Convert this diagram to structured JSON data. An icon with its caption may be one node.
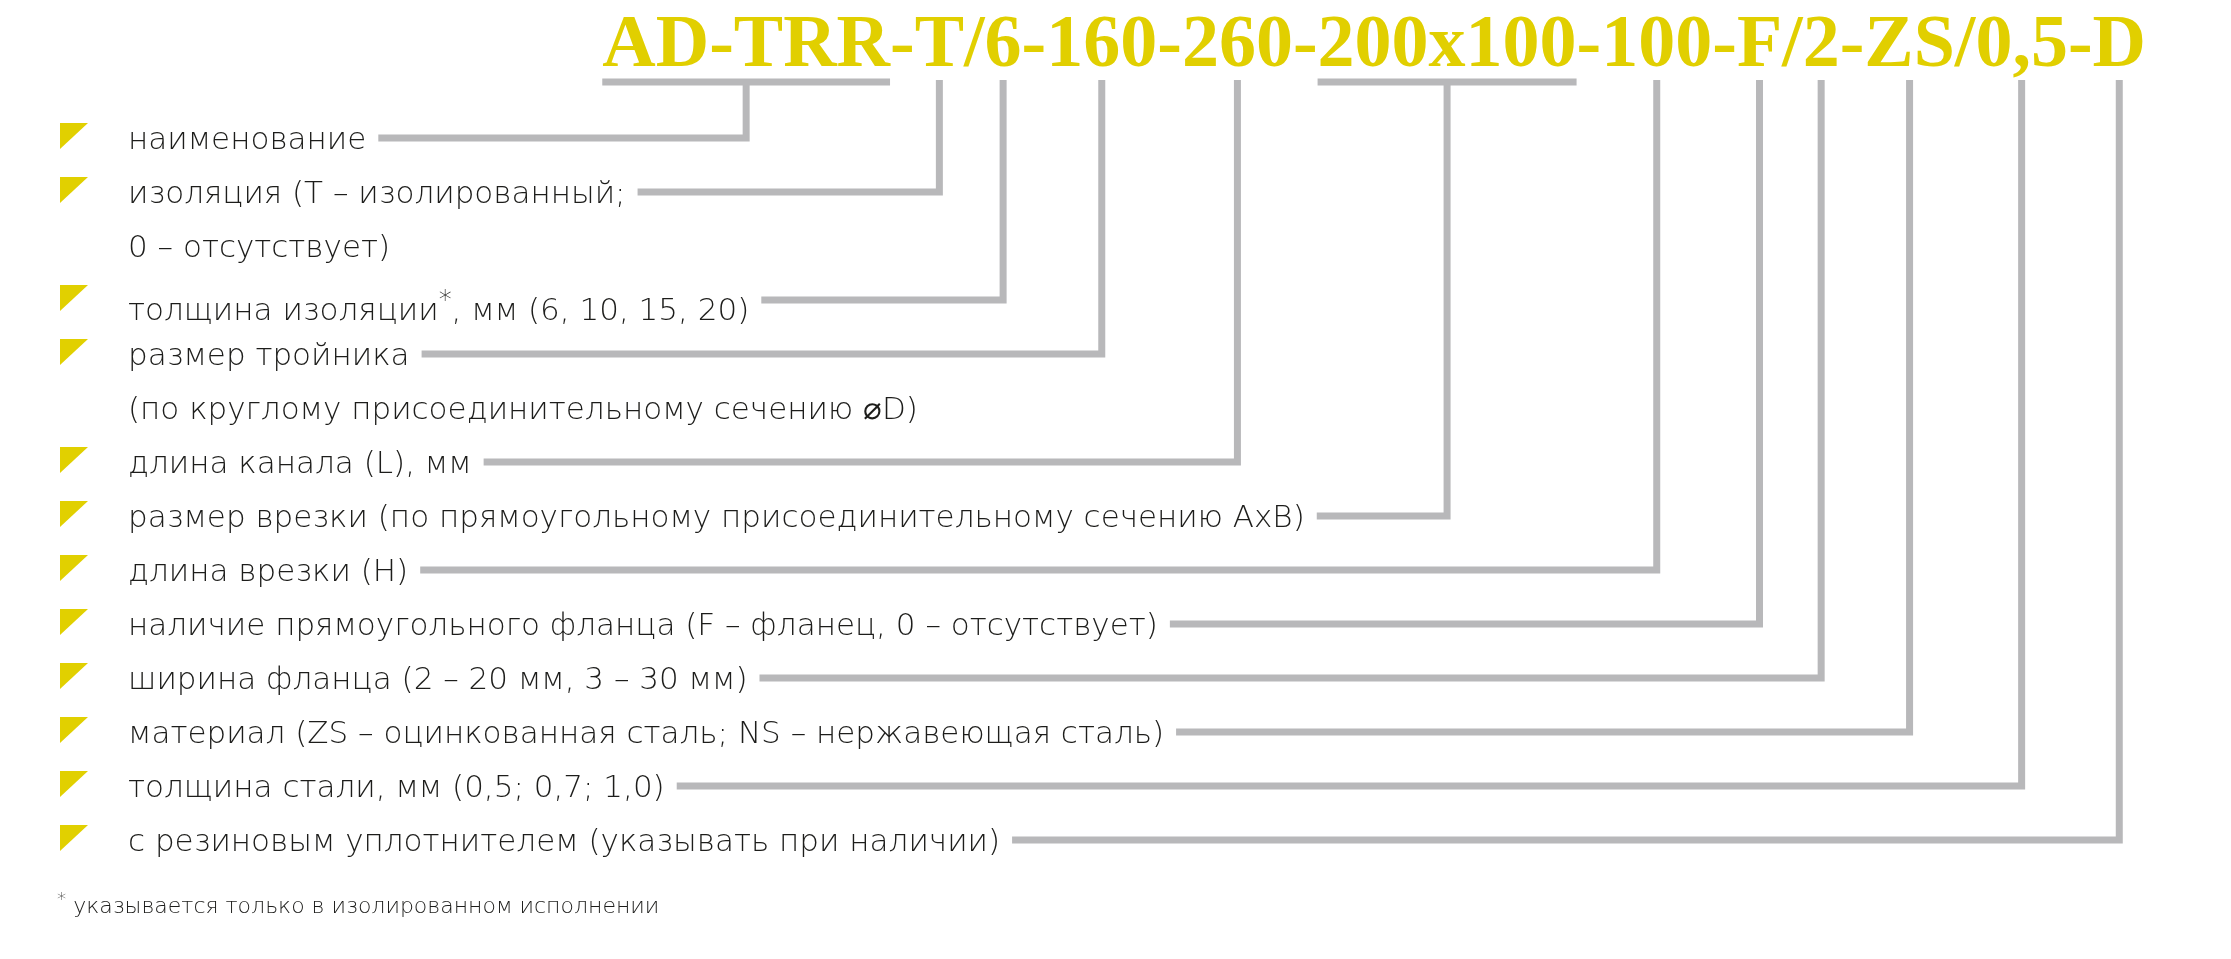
{
  "diagram": {
    "nodes": [
      {
        "text": [
          "AD-TRR"
        ]
      },
      {
        "text": [
          "T"
        ]
      },
      {
        "text": [
          "6"
        ]
      },
      {
        "text": [
          "160"
        ]
      },
      {
        "text": [
          "260"
        ]
      },
      {
        "text": [
          "200x100"
        ]
      },
      {
        "text": [
          "100"
        ]
      },
      {
        "text": [
          "F"
        ]
      },
      {
        "text": [
          "2"
        ]
      },
      {
        "text": [
          "ZS"
        ]
      },
      {
        "text": [
          "0,5"
        ]
      },
      {
        "text": [
          "D"
        ]
      },
      {
        "text": [
          "наименование"
        ]
      },
      {
        "text": [
          "изоляция (T – изолированный; 0 – отсутствует)"
        ]
      },
      {
        "text": [
          "толщина изоляции$^{*}$, мм (6, 10, 15, 20)"
        ]
      },
      {
        "text": [
          "размер тройника (по круглому присоединительному сечению ⌀D)"
        ]
      },
      {
        "text": [
          "длина канала (L), мм"
        ]
      },
      {
        "text": [
          "размер врезки (по прямоугольному присоединительному сечению AxB)"
        ]
      },
      {
        "text": [
          "длина врезки (H)"
        ]
      },
      {
        "text": [
          "наличие прямоугольного фланца (F – фланец, 0 – отсутствует)"
        ]
      },
      {
        "text": [
          "ширина фланца (2 – 20 мм, 3 – 30 мм)"
        ]
      },
      {
        "text": [
          "материал (ZS – оцинкованная сталь; NS – нержавеющая сталь)"
        ]
      },
      {
        "text": [
          "толщина стали, мм (0,5; 0,7; 1,0)"
        ]
      },
      {
        "text": [
          "с резиновым уплотнителем (указывать при наличии)"
        ]
      }
    ],
    "edges": [
      {
        "from": 12,
        "to": 0,
        "arrow": "none"
      },
      {
        "from": 13,
        "to": 1,
        "arrow": "none"
      },
      {
        "from": 14,
        "to": 2,
        "arrow": "none"
      },
      {
        "from": 15,
        "to": 3,
        "arrow": "none"
      },
      {
        "from": 16,
        "to": 4,
        "arrow": "none"
      },
      {
        "from": 17,
        "to": 5,
        "arrow": "none"
      },
      {
        "from": 18,
        "to": 6,
        "arrow": "none"
      },
      {
        "from": 19,
        "to": 7,
        "arrow": "none"
      },
      {
        "from": 20,
        "to": 8,
        "arrow": "none"
      },
      {
        "from": 21,
        "to": 9,
        "arrow": "none"
      },
      {
        "from": 22,
        "to": 10,
        "arrow": "none"
      },
      {
        "from": 23,
        "to": 11,
        "arrow": "none"
      }
    ],
    "labels": [
      "-",
      "/",
      "-",
      "-",
      "-",
      "-",
      "-",
      "/",
      "-",
      "/",
      "-",
      "$^{*}$ указывается только в изолированном исполнении"
    ]
  }
}
